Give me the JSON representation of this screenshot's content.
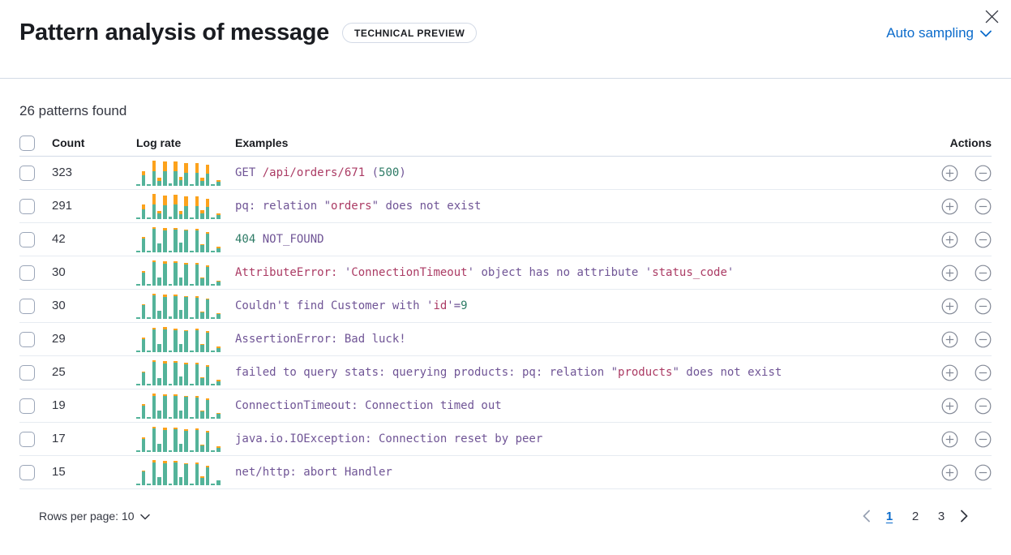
{
  "colors": {
    "accent_blue": "#0b6bcb",
    "chart_teal": "#54b39a",
    "chart_orange": "#fca21c",
    "tokens": {
      "purple": "#705596",
      "crimson": "#ab3b64",
      "green": "#2e7b66"
    },
    "icon_gray": "#828896",
    "disabled_gray": "#98a2b3"
  },
  "header": {
    "title": "Pattern analysis of message",
    "badge": "TECHNICAL PREVIEW",
    "sampling_label": "Auto sampling"
  },
  "summary": "26 patterns found",
  "table": {
    "columns": {
      "count": "Count",
      "log_rate": "Log rate",
      "examples": "Examples",
      "actions": "Actions"
    },
    "rows": [
      {
        "count": "323",
        "bars": [
          [
            6,
            0
          ],
          [
            55,
            16
          ],
          [
            5,
            0
          ],
          [
            100,
            42
          ],
          [
            30,
            12
          ],
          [
            95,
            40
          ],
          [
            7,
            0
          ],
          [
            95,
            38
          ],
          [
            35,
            14
          ],
          [
            88,
            38
          ],
          [
            6,
            0
          ],
          [
            90,
            40
          ],
          [
            30,
            12
          ],
          [
            82,
            34
          ],
          [
            6,
            0
          ],
          [
            22,
            8
          ]
        ],
        "example": [
          [
            "GET ",
            "purple"
          ],
          [
            "/api/orders/671",
            "crimson"
          ],
          [
            " (",
            "purple"
          ],
          [
            "500",
            "green"
          ],
          [
            ")",
            "purple"
          ]
        ]
      },
      {
        "count": "291",
        "bars": [
          [
            6,
            0
          ],
          [
            58,
            20
          ],
          [
            5,
            0
          ],
          [
            100,
            44
          ],
          [
            32,
            12
          ],
          [
            92,
            40
          ],
          [
            7,
            0
          ],
          [
            96,
            40
          ],
          [
            30,
            12
          ],
          [
            90,
            40
          ],
          [
            6,
            0
          ],
          [
            88,
            38
          ],
          [
            34,
            14
          ],
          [
            80,
            34
          ],
          [
            6,
            0
          ],
          [
            20,
            6
          ]
        ],
        "example": [
          [
            "pq: relation \"",
            "purple"
          ],
          [
            "orders",
            "crimson"
          ],
          [
            "\" does not exist",
            "purple"
          ]
        ]
      },
      {
        "count": "42",
        "bars": [
          [
            6,
            0
          ],
          [
            60,
            6
          ],
          [
            5,
            0
          ],
          [
            100,
            8
          ],
          [
            34,
            0
          ],
          [
            96,
            10
          ],
          [
            6,
            0
          ],
          [
            94,
            6
          ],
          [
            36,
            0
          ],
          [
            90,
            5
          ],
          [
            6,
            0
          ],
          [
            92,
            8
          ],
          [
            32,
            5
          ],
          [
            80,
            6
          ],
          [
            5,
            0
          ],
          [
            20,
            5
          ]
        ],
        "example": [
          [
            "404",
            "green"
          ],
          [
            " NOT_FOUND",
            "purple"
          ]
        ]
      },
      {
        "count": "30",
        "bars": [
          [
            5,
            0
          ],
          [
            55,
            5
          ],
          [
            6,
            0
          ],
          [
            98,
            7
          ],
          [
            30,
            0
          ],
          [
            95,
            8
          ],
          [
            6,
            0
          ],
          [
            96,
            6
          ],
          [
            32,
            0
          ],
          [
            88,
            5
          ],
          [
            6,
            0
          ],
          [
            90,
            7
          ],
          [
            30,
            4
          ],
          [
            78,
            6
          ],
          [
            5,
            0
          ],
          [
            18,
            4
          ]
        ],
        "example": [
          [
            "AttributeError:",
            "crimson"
          ],
          [
            " '",
            "purple"
          ],
          [
            "ConnectionTimeout",
            "crimson"
          ],
          [
            "'",
            "purple"
          ],
          [
            " object has no attribute ",
            "purple"
          ],
          [
            "'",
            "purple"
          ],
          [
            "status_code",
            "crimson"
          ],
          [
            "'",
            "purple"
          ]
        ]
      },
      {
        "count": "30",
        "bars": [
          [
            6,
            0
          ],
          [
            58,
            6
          ],
          [
            5,
            0
          ],
          [
            100,
            8
          ],
          [
            32,
            0
          ],
          [
            94,
            8
          ],
          [
            7,
            0
          ],
          [
            95,
            5
          ],
          [
            34,
            0
          ],
          [
            90,
            6
          ],
          [
            6,
            0
          ],
          [
            88,
            7
          ],
          [
            28,
            4
          ],
          [
            80,
            5
          ],
          [
            5,
            0
          ],
          [
            22,
            5
          ]
        ],
        "example": [
          [
            "Couldn't find Customer with '",
            "purple"
          ],
          [
            "id",
            "crimson"
          ],
          [
            "'=",
            "purple"
          ],
          [
            "9",
            "green"
          ]
        ]
      },
      {
        "count": "29",
        "bars": [
          [
            5,
            0
          ],
          [
            56,
            5
          ],
          [
            5,
            0
          ],
          [
            96,
            7
          ],
          [
            30,
            0
          ],
          [
            98,
            9
          ],
          [
            6,
            0
          ],
          [
            92,
            6
          ],
          [
            30,
            0
          ],
          [
            86,
            5
          ],
          [
            6,
            0
          ],
          [
            92,
            7
          ],
          [
            30,
            4
          ],
          [
            82,
            6
          ],
          [
            5,
            0
          ],
          [
            20,
            4
          ]
        ],
        "example": [
          [
            "AssertionError: Bad luck!",
            "purple"
          ]
        ]
      },
      {
        "count": "25",
        "bars": [
          [
            6,
            0
          ],
          [
            54,
            5
          ],
          [
            5,
            0
          ],
          [
            100,
            7
          ],
          [
            28,
            0
          ],
          [
            95,
            8
          ],
          [
            6,
            0
          ],
          [
            96,
            6
          ],
          [
            34,
            0
          ],
          [
            88,
            5
          ],
          [
            6,
            0
          ],
          [
            90,
            8
          ],
          [
            32,
            5
          ],
          [
            78,
            5
          ],
          [
            5,
            0
          ],
          [
            20,
            4
          ]
        ],
        "example": [
          [
            "failed to query stats: querying products: pq: relation \"",
            "purple"
          ],
          [
            "products",
            "crimson"
          ],
          [
            "\" does not exist",
            "purple"
          ]
        ]
      },
      {
        "count": "19",
        "bars": [
          [
            5,
            0
          ],
          [
            57,
            6
          ],
          [
            5,
            0
          ],
          [
            98,
            8
          ],
          [
            30,
            0
          ],
          [
            96,
            8
          ],
          [
            6,
            0
          ],
          [
            94,
            5
          ],
          [
            32,
            0
          ],
          [
            90,
            6
          ],
          [
            6,
            0
          ],
          [
            88,
            7
          ],
          [
            30,
            4
          ],
          [
            80,
            6
          ],
          [
            5,
            0
          ],
          [
            22,
            5
          ]
        ],
        "example": [
          [
            "ConnectionTimeout: Connection timed out",
            "purple"
          ]
        ]
      },
      {
        "count": "17",
        "bars": [
          [
            6,
            0
          ],
          [
            55,
            5
          ],
          [
            5,
            0
          ],
          [
            100,
            8
          ],
          [
            32,
            0
          ],
          [
            94,
            8
          ],
          [
            6,
            0
          ],
          [
            95,
            6
          ],
          [
            30,
            0
          ],
          [
            88,
            5
          ],
          [
            6,
            0
          ],
          [
            92,
            7
          ],
          [
            28,
            4
          ],
          [
            82,
            6
          ],
          [
            5,
            0
          ],
          [
            20,
            4
          ]
        ],
        "example": [
          [
            "java.io.IOException: Connection reset by peer",
            "purple"
          ]
        ]
      },
      {
        "count": "15",
        "bars": [
          [
            5,
            0
          ],
          [
            58,
            6
          ],
          [
            6,
            0
          ],
          [
            97,
            8
          ],
          [
            30,
            0
          ],
          [
            95,
            8
          ],
          [
            6,
            0
          ],
          [
            94,
            5
          ],
          [
            30,
            0
          ],
          [
            86,
            5
          ],
          [
            5,
            0
          ],
          [
            90,
            7
          ],
          [
            34,
            5
          ],
          [
            76,
            5
          ],
          [
            5,
            0
          ],
          [
            18,
            0
          ]
        ],
        "example": [
          [
            "net/http: abort Handler",
            "purple"
          ]
        ]
      }
    ]
  },
  "footer": {
    "rows_per_page": "Rows per page: 10",
    "pages": [
      "1",
      "2",
      "3"
    ],
    "active_page": "1"
  }
}
